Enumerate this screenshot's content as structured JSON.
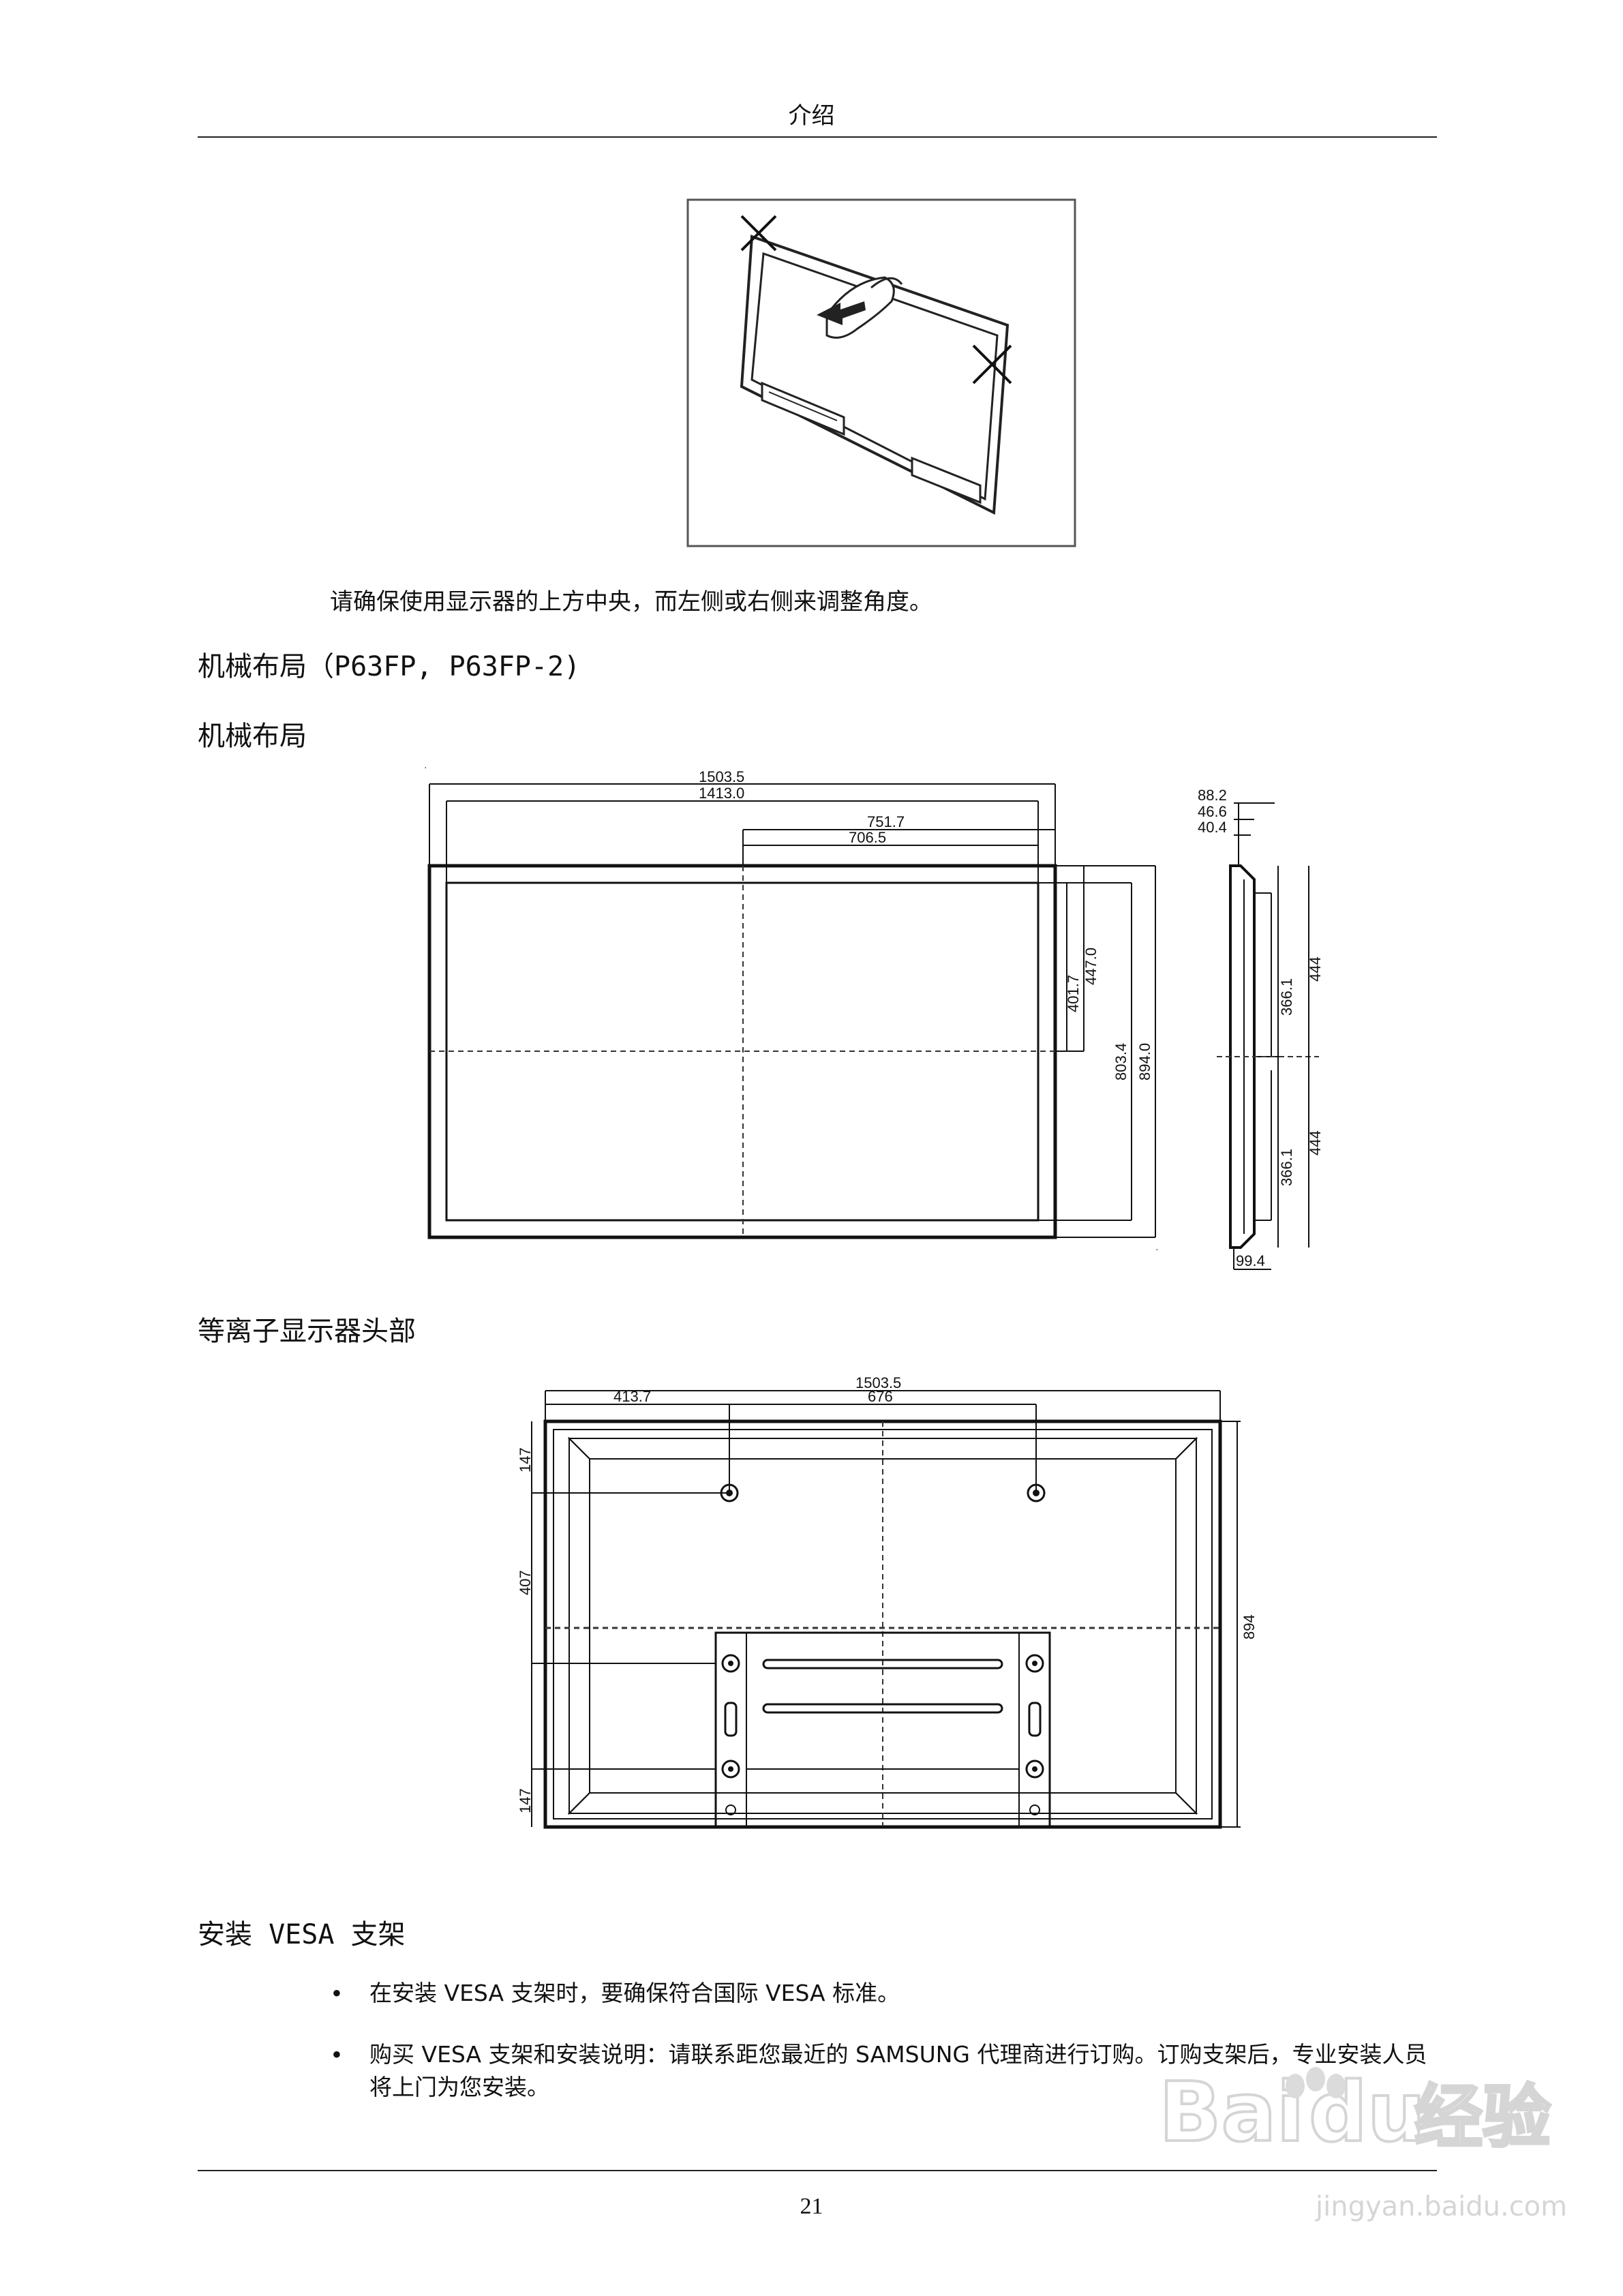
{
  "header": {
    "title": "介绍"
  },
  "caption": "请确保使用显示器的上方中央，而左侧或右侧来调整角度。",
  "section1": {
    "heading": "机械布局（P63FP, P63FP-2)",
    "subheading": "机械布局"
  },
  "front_drawing": {
    "dims": {
      "w_total": "1503.5",
      "w_inner": "1413.0",
      "w_half_outer": "751.7",
      "w_half_inner": "706.5",
      "h_half_inner": "401.7",
      "h_half_outer": "447.0",
      "h_inner": "803.4",
      "h_total": "894.0"
    }
  },
  "side_drawing": {
    "dims": {
      "d1": "88.2",
      "d2": "46.6",
      "d3": "40.4",
      "s1": "366.1",
      "s2": "444",
      "s3": "366.1",
      "s4": "444",
      "base": "99.4"
    }
  },
  "section2": {
    "heading": "等离子显示器头部"
  },
  "rear_drawing": {
    "dims": {
      "w_total": "1503.5",
      "offset": "413.7",
      "spacing": "676",
      "top": "147",
      "mid": "407",
      "bottom": "147",
      "height": "894"
    }
  },
  "section3": {
    "heading": "安装 VESA 支架"
  },
  "bullets": [
    {
      "mark": "•",
      "text": "在安装 VESA 支架时，要确保符合国际 VESA 标准。"
    },
    {
      "mark": "•",
      "text": "购买 VESA 支架和安装说明：请联系距您最近的 SAMSUNG 代理商进行订购。订购支架后，专业安装人员将上门为您安装。"
    }
  ],
  "footer": {
    "page_number": "21"
  },
  "watermark": {
    "brand_a": "Bai",
    "brand_b": "du",
    "brand_c": "经验",
    "url": "jingyan.baidu.com"
  }
}
